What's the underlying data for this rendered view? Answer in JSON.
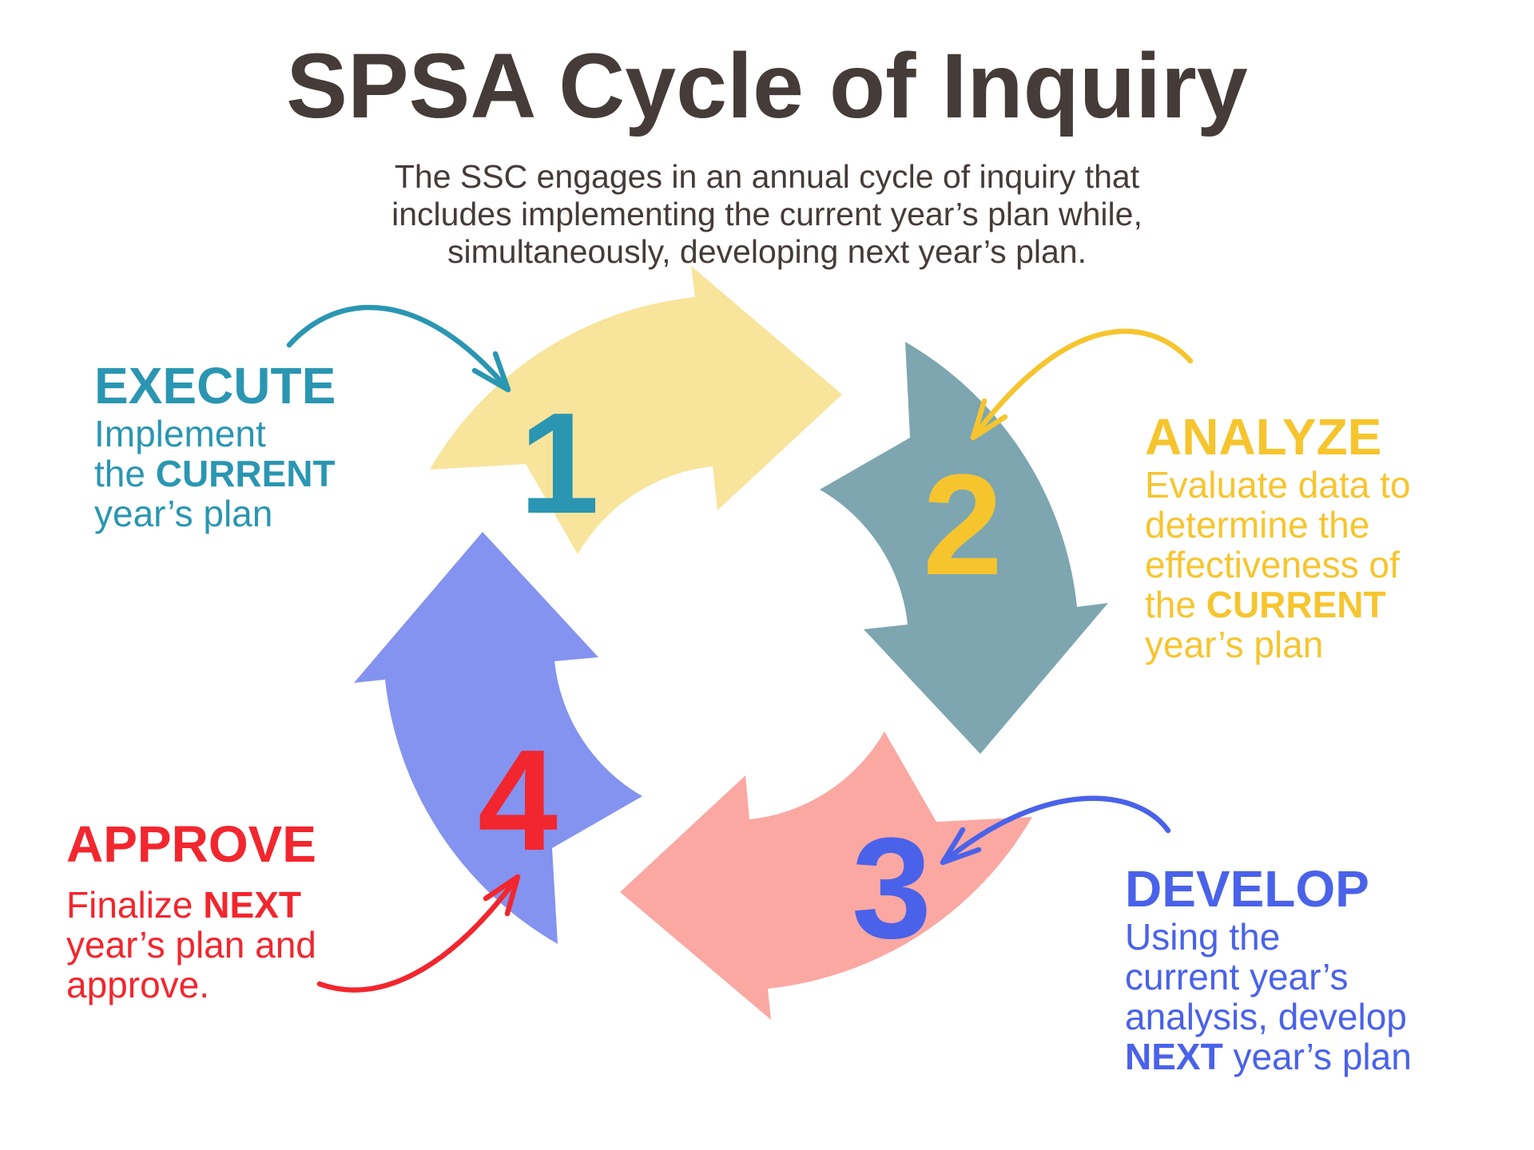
{
  "header": {
    "title": "SPSA Cycle of Inquiry",
    "title_color": "#453b38",
    "subtitle_lines": [
      "The SSC engages in an annual cycle of inquiry that",
      "includes implementing the current year’s plan while,",
      "simultaneously, developing next year’s plan."
    ]
  },
  "steps": [
    {
      "name": "execute",
      "number": "1",
      "heading": "EXECUTE",
      "text_color": "#2a96b2",
      "band_color": "#f8e49b",
      "lines": [
        {
          "pre": "Implement"
        },
        {
          "pre": "the ",
          "bold": "CURRENT"
        },
        {
          "pre": "year’s plan"
        }
      ]
    },
    {
      "name": "analyze",
      "number": "2",
      "heading": "ANALYZE",
      "text_color": "#f6c52e",
      "band_color": "#7da6b1",
      "lines": [
        {
          "pre": "Evaluate data to"
        },
        {
          "pre": "determine the"
        },
        {
          "pre": "effectiveness of"
        },
        {
          "pre": "the ",
          "bold": "CURRENT"
        },
        {
          "pre": "year’s plan"
        }
      ]
    },
    {
      "name": "develop",
      "number": "3",
      "heading": "DEVELOP",
      "text_color": "#4a62e9",
      "band_color": "#fba8a3",
      "lines": [
        {
          "pre": "Using the"
        },
        {
          "pre": "current year’s"
        },
        {
          "pre": "analysis, develop"
        },
        {
          "pre": "",
          "bold": "NEXT",
          "post": " year’s plan"
        }
      ]
    },
    {
      "name": "approve",
      "number": "4",
      "heading": "APPROVE",
      "text_color": "#f2262e",
      "band_color": "#8493ef",
      "lines": [
        {
          "pre": "Finalize ",
          "bold": "NEXT"
        },
        {
          "pre": "year’s plan and"
        },
        {
          "pre": "approve."
        }
      ]
    }
  ]
}
